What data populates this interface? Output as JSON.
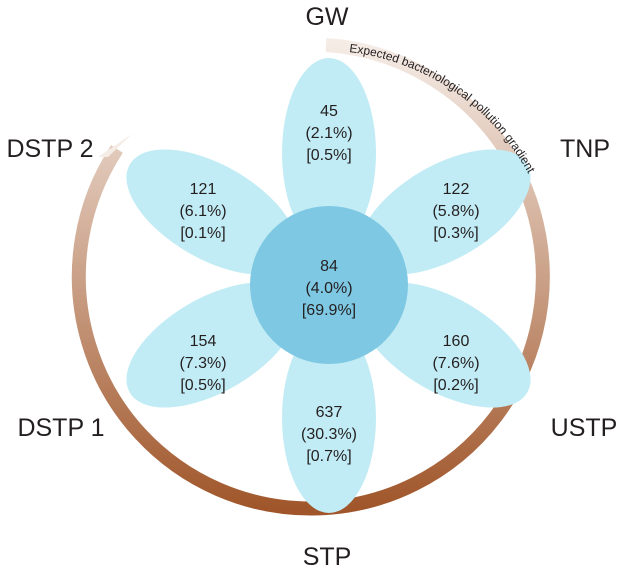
{
  "sites": [
    "GW",
    "TNP",
    "USTP",
    "STP",
    "DSTP 1",
    "DSTP 2"
  ],
  "petals": [
    {
      "site": "GW",
      "count": "45",
      "percent": "(2.1%)",
      "bracket": "[0.5%]"
    },
    {
      "site": "TNP",
      "count": "122",
      "percent": "(5.8%)",
      "bracket": "[0.3%]"
    },
    {
      "site": "USTP",
      "count": "160",
      "percent": "(7.6%)",
      "bracket": "[0.2%]"
    },
    {
      "site": "STP",
      "count": "637",
      "percent": "(30.3%)",
      "bracket": "[0.7%]"
    },
    {
      "site": "DSTP 1",
      "count": "154",
      "percent": "(7.3%)",
      "bracket": "[0.5%]"
    },
    {
      "site": "DSTP 2",
      "count": "121",
      "percent": "(6.1%)",
      "bracket": "[0.1%]"
    }
  ],
  "core": {
    "count": "84",
    "percent": "(4.0%)",
    "bracket": "[69.9%]"
  },
  "gradient_label": "Expected bacteriological pollution gradient",
  "colors": {
    "petal": "#c2ecf5",
    "core": "#7ec8e3",
    "text": "#231f20",
    "arrow_light": "#f5ece6",
    "arrow_dark": "#a0562a"
  }
}
